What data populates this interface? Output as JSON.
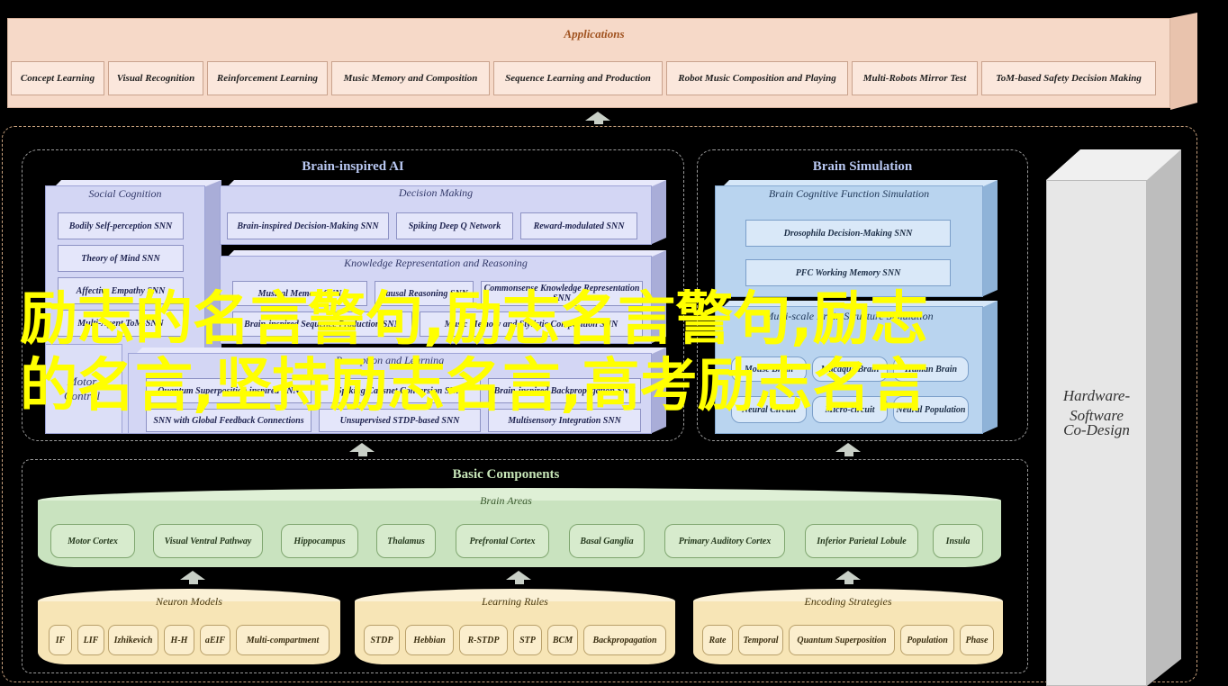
{
  "applications": {
    "title": "Applications",
    "items": [
      "Concept Learning",
      "Visual Recognition",
      "Reinforcement Learning",
      "Music Memory and Composition",
      "Sequence Learning and Production",
      "Robot Music Composition and Playing",
      "Multi-Robots Mirror Test",
      "ToM-based Safety Decision Making"
    ]
  },
  "brain_ai": {
    "title": "Brain-inspired AI",
    "social": {
      "title": "Social Cognition",
      "items": [
        "Bodily Self-perception SNN",
        "Theory of Mind SNN",
        "Affective Empathy SNN",
        "Multi-Agent ToM-SNN"
      ]
    },
    "decision": {
      "title": "Decision Making",
      "items": [
        "Brain-inspired Decision-Making SNN",
        "Spiking Deep Q Network",
        "Reward-modulated SNN"
      ]
    },
    "knowledge": {
      "title": "Knowledge Representation and Reasoning",
      "items": [
        "Musical Memory SNN",
        "Causal Reasoning SNN",
        "Commonsense Knowledge Representation SNN",
        "Brain-inspired Sequence Production SNN",
        "Music Memory and Stylistic Composition SNN"
      ]
    },
    "perception": {
      "title": "Perception and Learning",
      "items": [
        "Quantum Superposition inspired SNN",
        "Spiking Capsnet Conversion SNN",
        "Brain-inspired Backpropagation SNN",
        "SNN with Global Feedback Connections",
        "Unsupervised STDP-based SNN",
        "Multisensory Integration SNN"
      ]
    },
    "motor": {
      "title": "Motor Control"
    }
  },
  "brain_sim": {
    "title": "Brain Simulation",
    "func": {
      "title": "Brain Cognitive Function Simulation",
      "items": [
        "Drosophila Decision-Making SNN",
        "PFC Working Memory SNN"
      ]
    },
    "multiscale": {
      "title": "Multi-scale Brain Structure Simulation",
      "items": [
        "Mouse Brain",
        "Macaque Brain",
        "Human Brain",
        "Neural Circuit",
        "Micro-circuit",
        "Neural Population"
      ]
    }
  },
  "codesign": {
    "line1": "Hardware-",
    "line2": "Software",
    "line3": "Co-Design"
  },
  "basic": {
    "title": "Basic Components",
    "areas": {
      "title": "Brain Areas",
      "items": [
        "Motor Cortex",
        "Visual Ventral Pathway",
        "Hippocampus",
        "Thalamus",
        "Prefrontal Cortex",
        "Basal Ganglia",
        "Primary Auditory Cortex",
        "Inferior Parietal Lobule",
        "Insula"
      ]
    },
    "neuron": {
      "title": "Neuron Models",
      "items": [
        "IF",
        "LIF",
        "Izhikevich",
        "H-H",
        "aEIF",
        "Multi-compartment"
      ]
    },
    "learning": {
      "title": "Learning Rules",
      "items": [
        "STDP",
        "Hebbian",
        "R-STDP",
        "STP",
        "BCM",
        "Backpropagation"
      ]
    },
    "encoding": {
      "title": "Encoding Strategies",
      "items": [
        "Rate",
        "Temporal",
        "Quantum Superposition",
        "Population",
        "Phase"
      ]
    }
  },
  "overlay": {
    "line1": "励志的名言警句,励志名言警句,励志",
    "line2": "的名言,坚持励志名言,高考励志名言"
  }
}
